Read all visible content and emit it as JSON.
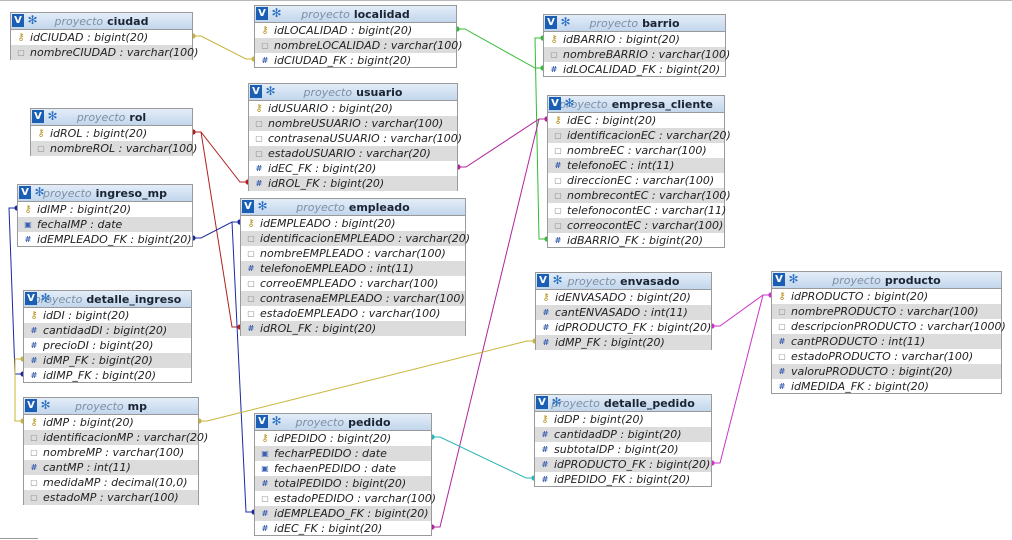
{
  "schema_label": "proyecto",
  "header_icons": {
    "toggle": "v-toggle-icon",
    "options": "gear-icon"
  },
  "tables": [
    {
      "id": "ciudad",
      "name": "ciudad",
      "columns": [
        {
          "text": "idCIUDAD : bigint(20)",
          "icon": "key"
        },
        {
          "text": "nombreCIUDAD : varchar(100)",
          "icon": "txt"
        }
      ]
    },
    {
      "id": "localidad",
      "name": "localidad",
      "columns": [
        {
          "text": "idLOCALIDAD : bigint(20)",
          "icon": "key"
        },
        {
          "text": "nombreLOCALIDAD : varchar(100)",
          "icon": "txt"
        },
        {
          "text": "idCIUDAD_FK : bigint(20)",
          "icon": "num"
        }
      ]
    },
    {
      "id": "barrio",
      "name": "barrio",
      "columns": [
        {
          "text": "idBARRIO : bigint(20)",
          "icon": "key"
        },
        {
          "text": "nombreBARRIO : varchar(100)",
          "icon": "txt"
        },
        {
          "text": "idLOCALIDAD_FK : bigint(20)",
          "icon": "num"
        }
      ]
    },
    {
      "id": "rol",
      "name": "rol",
      "columns": [
        {
          "text": "idROL : bigint(20)",
          "icon": "key"
        },
        {
          "text": "nombreROL : varchar(100)",
          "icon": "txt"
        }
      ]
    },
    {
      "id": "usuario",
      "name": "usuario",
      "columns": [
        {
          "text": "idUSUARIO : bigint(20)",
          "icon": "key"
        },
        {
          "text": "nombreUSUARIO : varchar(100)",
          "icon": "txt"
        },
        {
          "text": "contrasenaUSUARIO : varchar(100)",
          "icon": "txt"
        },
        {
          "text": "estadoUSUARIO : varchar(20)",
          "icon": "txt"
        },
        {
          "text": "idEC_FK : bigint(20)",
          "icon": "num"
        },
        {
          "text": "idROL_FK : bigint(20)",
          "icon": "num"
        }
      ]
    },
    {
      "id": "empresa_cliente",
      "name": "empresa_cliente",
      "columns": [
        {
          "text": "idEC : bigint(20)",
          "icon": "key"
        },
        {
          "text": "identificacionEC : varchar(20)",
          "icon": "txt"
        },
        {
          "text": "nombreEC : varchar(100)",
          "icon": "txt"
        },
        {
          "text": "telefonoEC : int(11)",
          "icon": "num"
        },
        {
          "text": "direccionEC : varchar(100)",
          "icon": "txt"
        },
        {
          "text": "nombrecontEC : varchar(100)",
          "icon": "txt"
        },
        {
          "text": "telefonocontEC : varchar(11)",
          "icon": "txt"
        },
        {
          "text": "correocontEC : varchar(100)",
          "icon": "txt"
        },
        {
          "text": "idBARRIO_FK : bigint(20)",
          "icon": "num"
        }
      ]
    },
    {
      "id": "ingreso_mp",
      "name": "ingreso_mp",
      "columns": [
        {
          "text": "idIMP : bigint(20)",
          "icon": "key"
        },
        {
          "text": "fechaIMP : date",
          "icon": "date"
        },
        {
          "text": "idEMPLEADO_FK : bigint(20)",
          "icon": "num"
        }
      ]
    },
    {
      "id": "empleado",
      "name": "empleado",
      "columns": [
        {
          "text": "idEMPLEADO : bigint(20)",
          "icon": "key"
        },
        {
          "text": "identificacionEMPLEADO : varchar(20)",
          "icon": "txt"
        },
        {
          "text": "nombreEMPLEADO : varchar(100)",
          "icon": "txt"
        },
        {
          "text": "telefonoEMPLEADO : int(11)",
          "icon": "num"
        },
        {
          "text": "correoEMPLEADO : varchar(100)",
          "icon": "txt"
        },
        {
          "text": "contrasenaEMPLEADO : varchar(100)",
          "icon": "txt"
        },
        {
          "text": "estadoEMPLEADO : varchar(100)",
          "icon": "txt"
        },
        {
          "text": "idROL_FK : bigint(20)",
          "icon": "num"
        }
      ]
    },
    {
      "id": "detalle_ingreso",
      "name": "detalle_ingreso",
      "columns": [
        {
          "text": "idDI : bigint(20)",
          "icon": "key"
        },
        {
          "text": "cantidadDI : bigint(20)",
          "icon": "num"
        },
        {
          "text": "precioDI : bigint(20)",
          "icon": "num"
        },
        {
          "text": "idMP_FK : bigint(20)",
          "icon": "num"
        },
        {
          "text": "idIMP_FK : bigint(20)",
          "icon": "num"
        }
      ]
    },
    {
      "id": "envasado",
      "name": "envasado",
      "columns": [
        {
          "text": "idENVASADO : bigint(20)",
          "icon": "key"
        },
        {
          "text": "cantENVASADO : int(11)",
          "icon": "num"
        },
        {
          "text": "idPRODUCTO_FK : bigint(20)",
          "icon": "num"
        },
        {
          "text": "idMP_FK : bigint(20)",
          "icon": "num"
        }
      ]
    },
    {
      "id": "producto",
      "name": "producto",
      "columns": [
        {
          "text": "idPRODUCTO : bigint(20)",
          "icon": "key"
        },
        {
          "text": "nombrePRODUCTO : varchar(100)",
          "icon": "txt"
        },
        {
          "text": "descripcionPRODUCTO : varchar(1000)",
          "icon": "txt"
        },
        {
          "text": "cantPRODUCTO : int(11)",
          "icon": "num"
        },
        {
          "text": "estadoPRODUCTO : varchar(100)",
          "icon": "txt"
        },
        {
          "text": "valoruPRODUCTO : bigint(20)",
          "icon": "num"
        },
        {
          "text": "idMEDIDA_FK : bigint(20)",
          "icon": "num"
        }
      ]
    },
    {
      "id": "mp",
      "name": "mp",
      "columns": [
        {
          "text": "idMP : bigint(20)",
          "icon": "key"
        },
        {
          "text": "identificacionMP : varchar(20)",
          "icon": "txt"
        },
        {
          "text": "nombreMP : varchar(100)",
          "icon": "txt"
        },
        {
          "text": "cantMP : int(11)",
          "icon": "num"
        },
        {
          "text": "medidaMP : decimal(10,0)",
          "icon": "txt"
        },
        {
          "text": "estadoMP : varchar(100)",
          "icon": "txt"
        }
      ]
    },
    {
      "id": "pedido",
      "name": "pedido",
      "columns": [
        {
          "text": "idPEDIDO : bigint(20)",
          "icon": "key"
        },
        {
          "text": "fecharPEDIDO : date",
          "icon": "date"
        },
        {
          "text": "fechaenPEDIDO : date",
          "icon": "date"
        },
        {
          "text": "totalPEDIDO : bigint(20)",
          "icon": "num"
        },
        {
          "text": "estadoPEDIDO : varchar(100)",
          "icon": "txt"
        },
        {
          "text": "idEMPLEADO_FK : bigint(20)",
          "icon": "num"
        },
        {
          "text": "idEC_FK : bigint(20)",
          "icon": "num"
        }
      ]
    },
    {
      "id": "detalle_pedido",
      "name": "detalle_pedido",
      "columns": [
        {
          "text": "idDP : bigint(20)",
          "icon": "key"
        },
        {
          "text": "cantidadDP : bigint(20)",
          "icon": "num"
        },
        {
          "text": "subtotalDP : bigint(20)",
          "icon": "num"
        },
        {
          "text": "idPRODUCTO_FK : bigint(20)",
          "icon": "num"
        },
        {
          "text": "idPEDIDO_FK : bigint(20)",
          "icon": "num"
        }
      ]
    }
  ],
  "relations": [
    {
      "from": "localidad.idCIUDAD_FK",
      "to": "ciudad.idCIUDAD",
      "color": "#c8b43a"
    },
    {
      "from": "barrio.idLOCALIDAD_FK",
      "to": "localidad.idLOCALIDAD",
      "color": "#33bb33"
    },
    {
      "from": "empresa_cliente.idBARRIO_FK",
      "to": "barrio.idBARRIO",
      "color": "#33bb33"
    },
    {
      "from": "usuario.idROL_FK",
      "to": "rol.idROL",
      "color": "#b02222"
    },
    {
      "from": "empleado.idROL_FK",
      "to": "rol.idROL",
      "color": "#b02222"
    },
    {
      "from": "usuario.idEC_FK",
      "to": "empresa_cliente.idEC",
      "color": "#b0249c"
    },
    {
      "from": "pedido.idEC_FK",
      "to": "empresa_cliente.idEC",
      "color": "#b0249c"
    },
    {
      "from": "ingreso_mp.idEMPLEADO_FK",
      "to": "empleado.idEMPLEADO",
      "color": "#1c2aa0"
    },
    {
      "from": "pedido.idEMPLEADO_FK",
      "to": "empleado.idEMPLEADO",
      "color": "#1c2aa0"
    },
    {
      "from": "detalle_ingreso.idIMP_FK",
      "to": "ingreso_mp.idIMP",
      "color": "#1c2aa0"
    },
    {
      "from": "detalle_ingreso.idMP_FK",
      "to": "mp.idMP",
      "color": "#c8b43a"
    },
    {
      "from": "envasado.idMP_FK",
      "to": "mp.idMP",
      "color": "#c8b43a"
    },
    {
      "from": "envasado.idPRODUCTO_FK",
      "to": "producto.idPRODUCTO",
      "color": "#cc33cc"
    },
    {
      "from": "detalle_pedido.idPRODUCTO_FK",
      "to": "producto.idPRODUCTO",
      "color": "#cc33cc"
    },
    {
      "from": "detalle_pedido.idPEDIDO_FK",
      "to": "pedido.idPEDIDO",
      "color": "#2bb5b5"
    }
  ]
}
